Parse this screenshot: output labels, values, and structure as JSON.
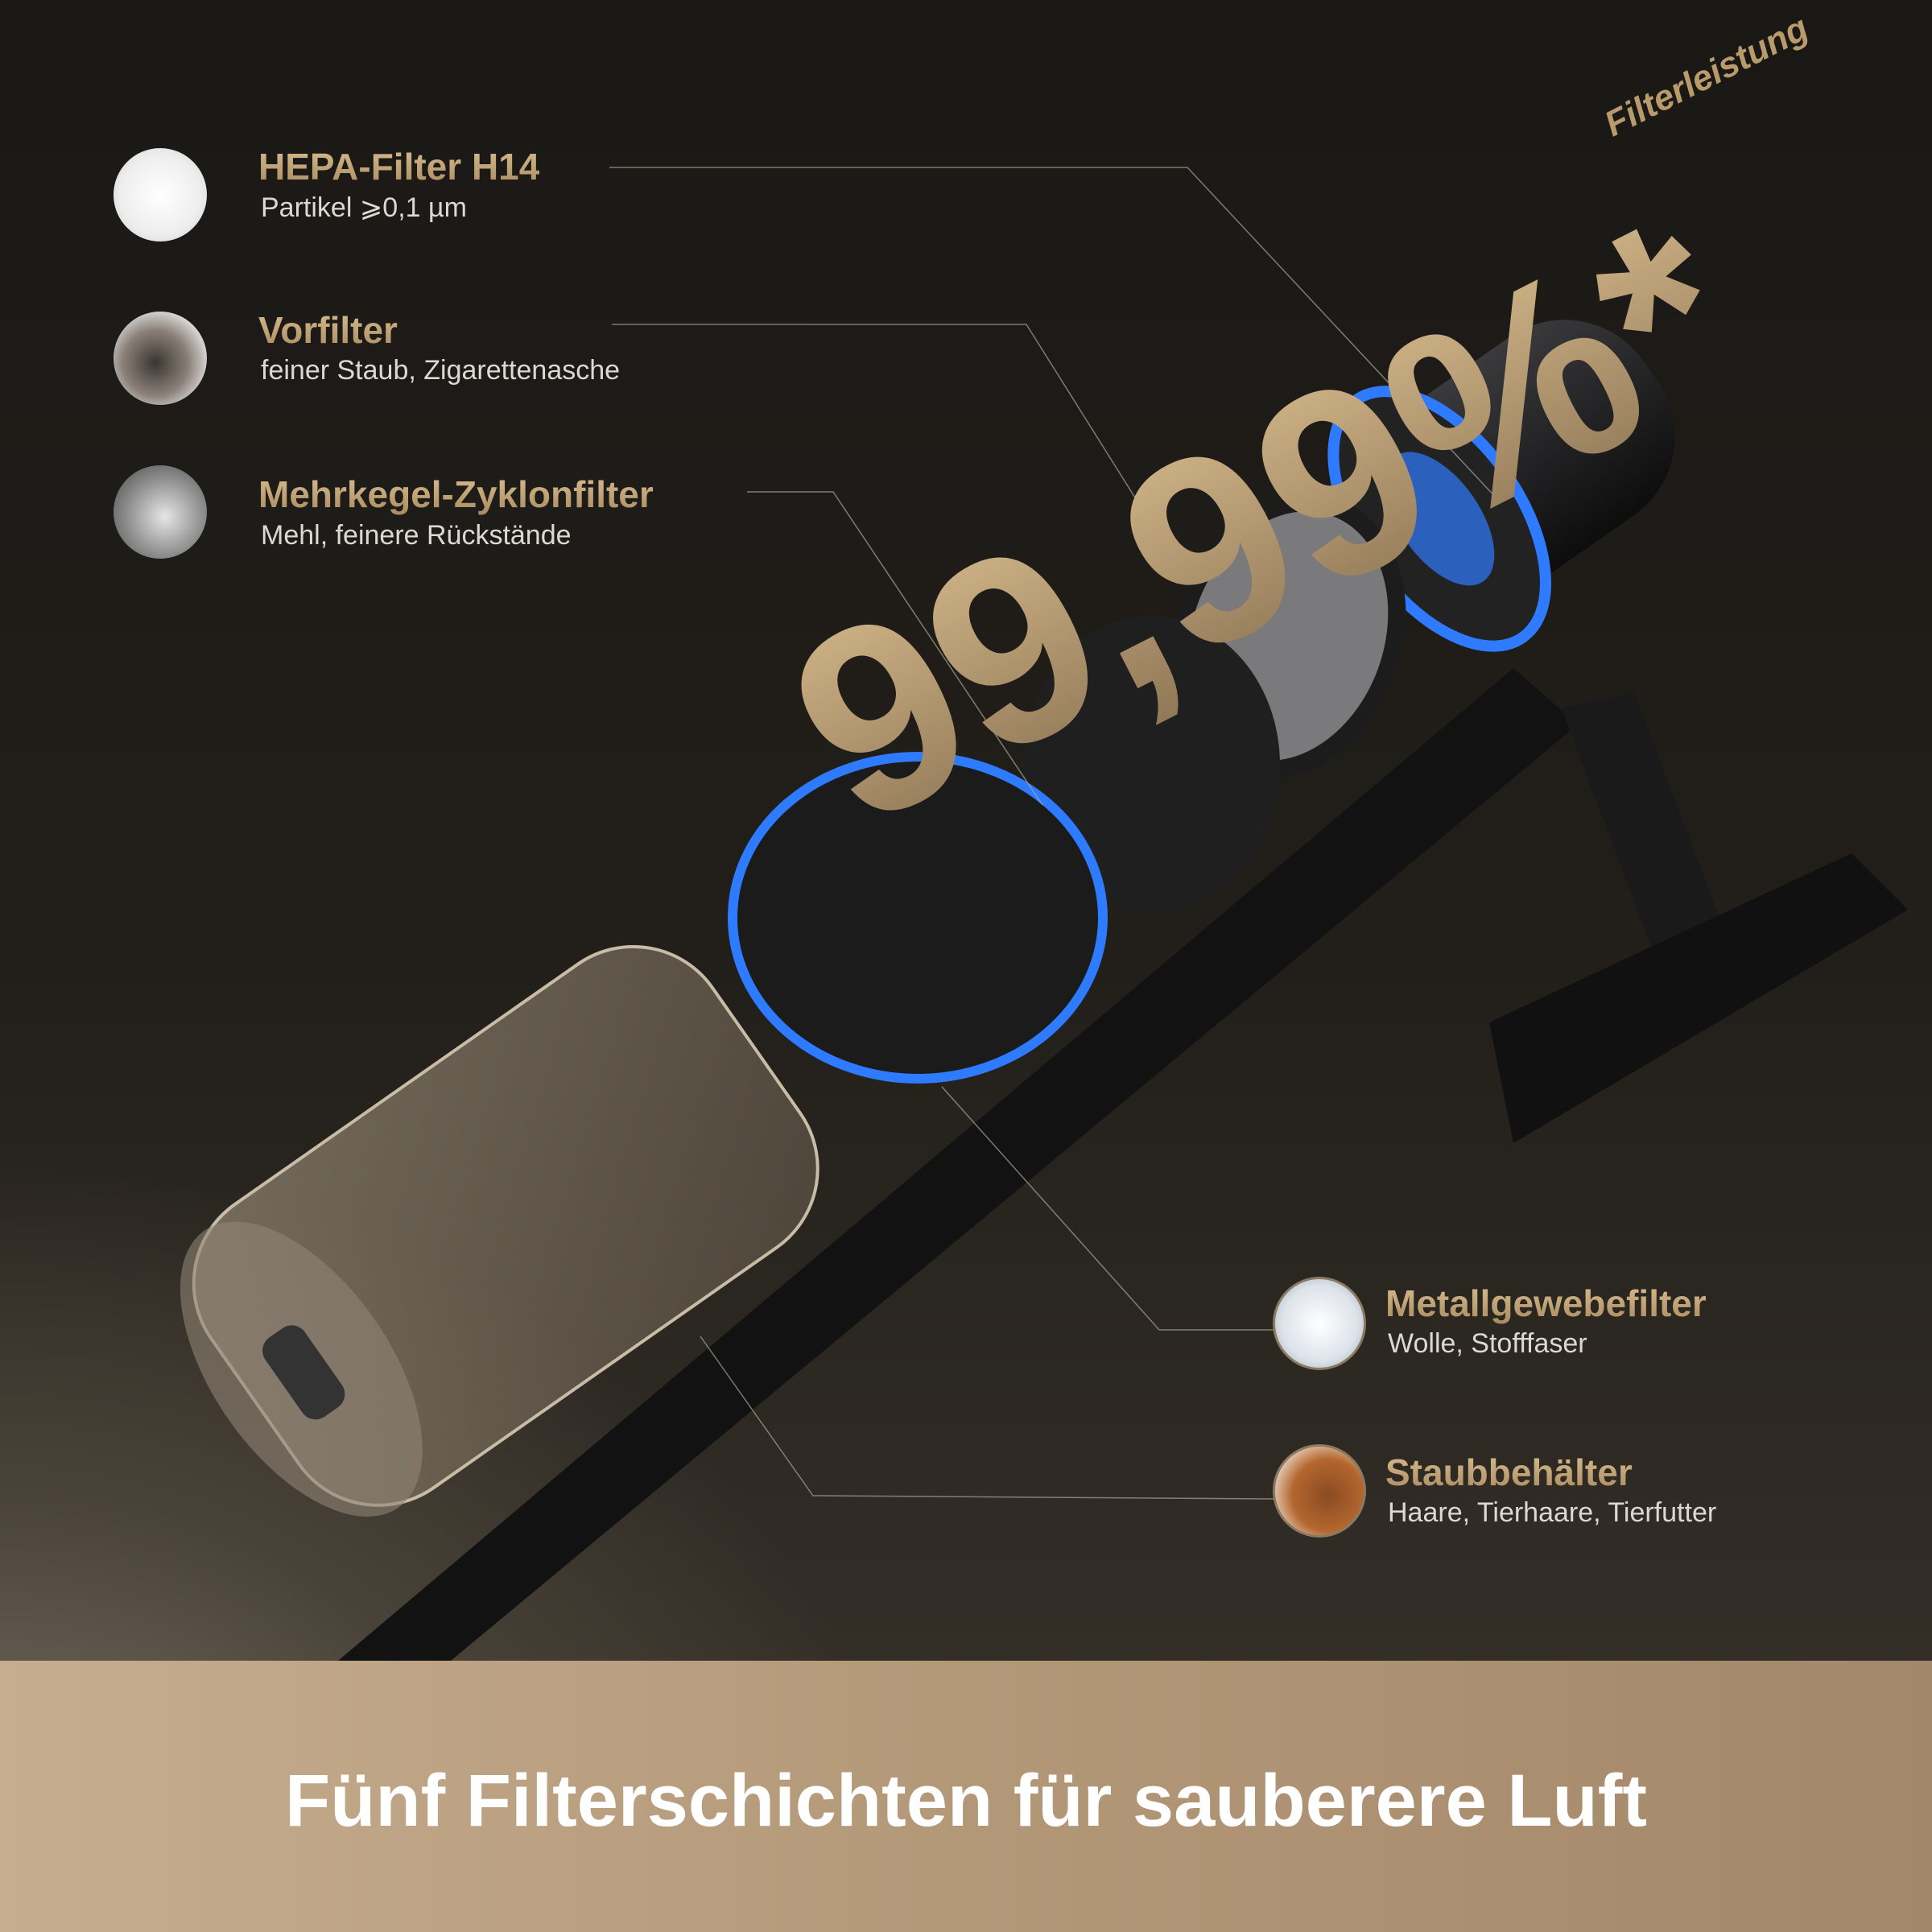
{
  "filters_left": [
    {
      "title": "HEPA-Filter H14",
      "subtitle": "Partikel ⩾0,1 µm",
      "icon": "hepa-texture-icon"
    },
    {
      "title": "Vorfilter",
      "subtitle": "feiner Staub, Zigarettenasche",
      "icon": "prefilter-texture-icon"
    },
    {
      "title": "Mehrkegel-Zyklonfilter",
      "subtitle": "Mehl, feinere Rückstände",
      "icon": "flour-texture-icon"
    }
  ],
  "filters_right": [
    {
      "title": "Metallgewebefilter",
      "subtitle": "Wolle, Stofffaser",
      "icon": "fiber-texture-icon"
    },
    {
      "title": "Staubbehälter",
      "subtitle": "Haare, Tierhaare, Tierfutter",
      "icon": "pet-food-icon"
    }
  ],
  "efficiency": {
    "value": "99,99%*",
    "label": "Filterleistung"
  },
  "headline": "Fünf Filterschichten für sauberere Luft",
  "colors": {
    "gold": "#c9a97a",
    "band": "#b39878",
    "airflow": "#2f7bff"
  }
}
